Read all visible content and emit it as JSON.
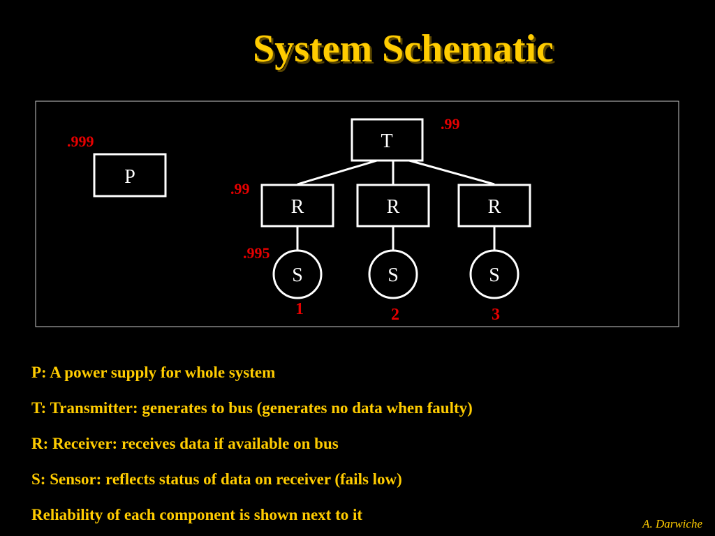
{
  "title": "System Schematic",
  "nodes": {
    "power": {
      "label": "P",
      "reliability": ".999"
    },
    "transmitter": {
      "label": "T",
      "reliability": ".99"
    },
    "receivers": [
      {
        "label": "R",
        "reliability": ".99"
      },
      {
        "label": "R"
      },
      {
        "label": "R"
      }
    ],
    "sensors": [
      {
        "label": "S",
        "reliability": ".995",
        "index": "1"
      },
      {
        "label": "S",
        "index": "2"
      },
      {
        "label": "S",
        "index": "3"
      }
    ]
  },
  "legend": [
    "P: A power supply for whole system",
    "T: Transmitter: generates to bus (generates no data when faulty)",
    "R: Receiver: receives data if available on bus",
    "S: Sensor: reflects status of data on receiver (fails low)",
    "Reliability of each component is shown next to it"
  ],
  "author": "A. Darwiche",
  "colors": {
    "background": "#000000",
    "title": "#ffcc00",
    "text": "#ffcc00",
    "reliability": "#e60000",
    "lines": "#ffffff"
  }
}
